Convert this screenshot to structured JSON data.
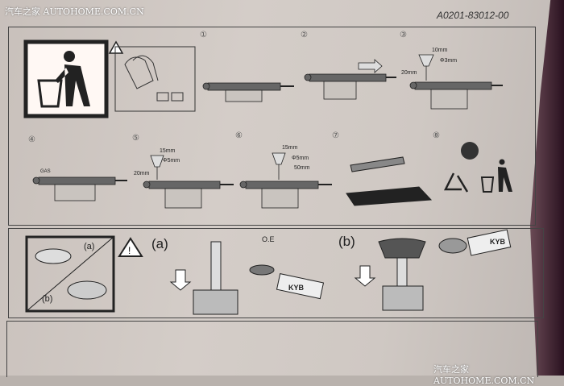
{
  "watermark": {
    "top": "汽车之家 AUTOHOME.COM.CN",
    "bottom": "汽车之家 AUTOHOME.COM.CN"
  },
  "doc_code": "A0201-83012-00",
  "steps": [
    "①",
    "②",
    "③",
    "④",
    "⑤",
    "⑥",
    "⑦",
    "⑧"
  ],
  "step3": {
    "depth": "10mm",
    "diameter": "Φ3mm",
    "offset": "20mm"
  },
  "step4": {
    "gas": "GAS"
  },
  "step5": {
    "depth": "15mm",
    "diameter": "Φ5mm",
    "offset": "20mm"
  },
  "step6": {
    "depth": "15mm",
    "diameter": "Φ5mm",
    "offset": "50mm"
  },
  "bottom": {
    "legend_a": "(a)",
    "legend_b": "(b)",
    "section_a": "(a)",
    "oe": "O.E",
    "kyb_a": "KYB",
    "section_b": "(b)",
    "kyb_b": "KYB"
  }
}
